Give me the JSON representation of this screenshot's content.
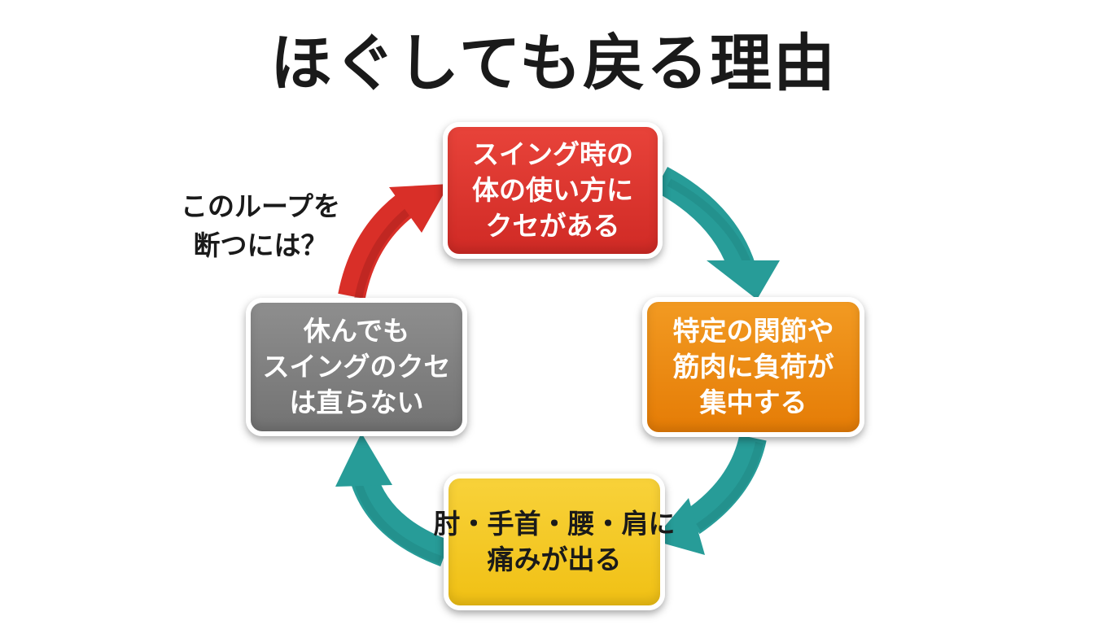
{
  "title": "ほぐしても戻る理由",
  "cycle": {
    "top": {
      "lines": [
        "スイング時の",
        "体の使い方に",
        "クセがある"
      ],
      "color": "#d92f28"
    },
    "right": {
      "lines": [
        "特定の関節や",
        "筋肉に負荷が",
        "集中する"
      ],
      "color": "#ec8a10"
    },
    "bottom": {
      "lines": [
        "肘・手首・腰・肩に",
        "痛みが出る"
      ],
      "color": "#f5c828"
    },
    "left": {
      "lines": [
        "休んでも",
        "スイングのクセ",
        "は直らない"
      ],
      "color": "#808080"
    }
  },
  "question": {
    "lines": [
      "このループを",
      "断つには？"
    ]
  },
  "arrow_colors": {
    "teal": "#279c98",
    "red": "#d92f28"
  }
}
